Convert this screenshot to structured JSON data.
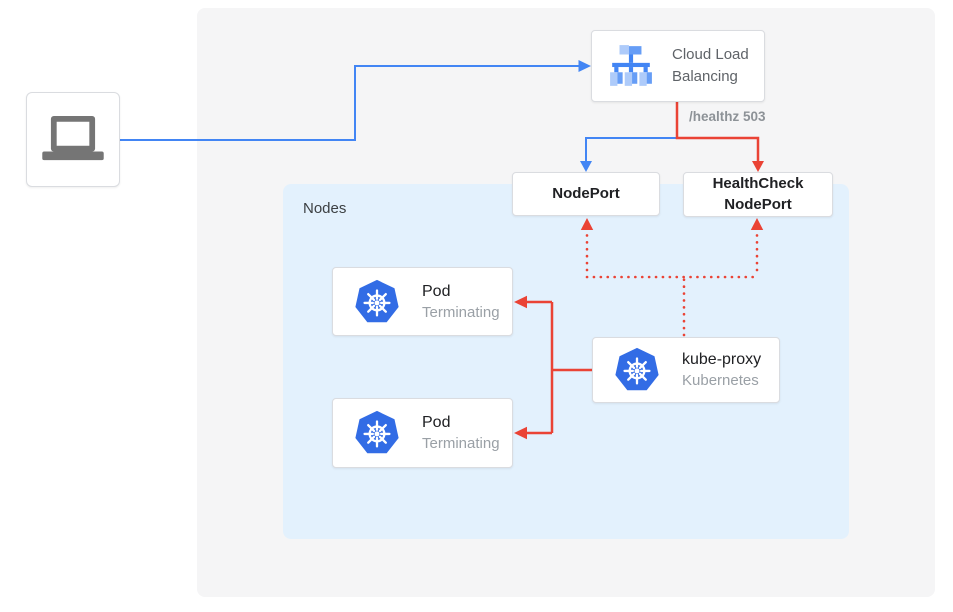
{
  "diagram": {
    "nodes_panel": {
      "label": "Nodes"
    },
    "client": {
      "icon": "laptop-icon"
    },
    "cloud_load_balancing": {
      "label": "Cloud Load Balancing",
      "icon": "cloud-load-balancing-icon"
    },
    "health_check_annotation": "/healthz 503",
    "nodeport": {
      "label": "NodePort"
    },
    "healthcheck_nodeport": {
      "line1": "HealthCheck",
      "line2": "NodePort"
    },
    "pods": [
      {
        "title": "Pod",
        "status": "Terminating",
        "icon": "kubernetes-icon"
      },
      {
        "title": "Pod",
        "status": "Terminating",
        "icon": "kubernetes-icon"
      }
    ],
    "kube_proxy": {
      "title": "kube-proxy",
      "subtitle": "Kubernetes",
      "icon": "kubernetes-icon"
    },
    "edges": [
      {
        "from": "client",
        "to": "cloud-load-balancing",
        "color": "blue",
        "style": "solid"
      },
      {
        "from": "cloud-load-balancing",
        "to": "nodeport",
        "color": "blue",
        "style": "solid"
      },
      {
        "from": "cloud-load-balancing",
        "to": "healthcheck-nodeport",
        "color": "red",
        "style": "solid",
        "label": "/healthz 503"
      },
      {
        "from": "kube-proxy",
        "to": "nodeport",
        "color": "red",
        "style": "dotted"
      },
      {
        "from": "kube-proxy",
        "to": "healthcheck-nodeport",
        "color": "red",
        "style": "dotted"
      },
      {
        "from": "kube-proxy",
        "to": "pod-1",
        "color": "red",
        "style": "solid"
      },
      {
        "from": "kube-proxy",
        "to": "pod-2",
        "color": "red",
        "style": "solid"
      }
    ],
    "colors": {
      "traffic_blue": "#4285f4",
      "error_red": "#ea4335",
      "nodes_panel_bg": "#e3f1fd",
      "outer_panel_bg": "#f5f5f6",
      "kubernetes_blue": "#326ce5",
      "lb_icon_light_blue": "#aecbfa",
      "lb_icon_mid_blue": "#669df6",
      "card_border": "#dadce0",
      "primary_text": "#202124",
      "secondary_text": "#9aa0a6",
      "annotation_text": "#8d9297",
      "laptop_gray": "#757575"
    }
  }
}
